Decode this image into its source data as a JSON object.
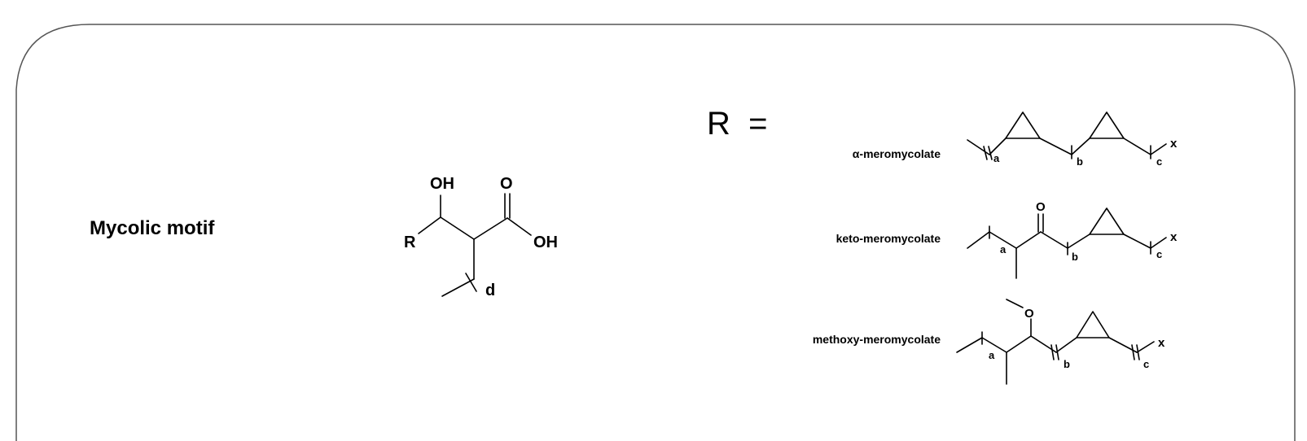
{
  "colors": {
    "frame": "#555555",
    "ink": "#000000",
    "background": "#ffffff"
  },
  "motif": {
    "title": "Mycolic motif",
    "atoms": {
      "oh_top": "OH",
      "carbonyl_o": "O",
      "acid_oh": "OH",
      "r_group": "R",
      "chain_d": "d"
    }
  },
  "definition": {
    "header": "R  ="
  },
  "variants": [
    {
      "name": "α-meromycolate",
      "subscripts": [
        "a",
        "b",
        "c"
      ],
      "terminal": "x"
    },
    {
      "name": "keto-meromycolate",
      "subscripts": [
        "a",
        "b",
        "c"
      ],
      "oxygen": "O",
      "terminal": "x"
    },
    {
      "name": "methoxy-meromycolate",
      "subscripts": [
        "a",
        "b",
        "c"
      ],
      "oxygen": "O",
      "terminal": "x"
    }
  ]
}
